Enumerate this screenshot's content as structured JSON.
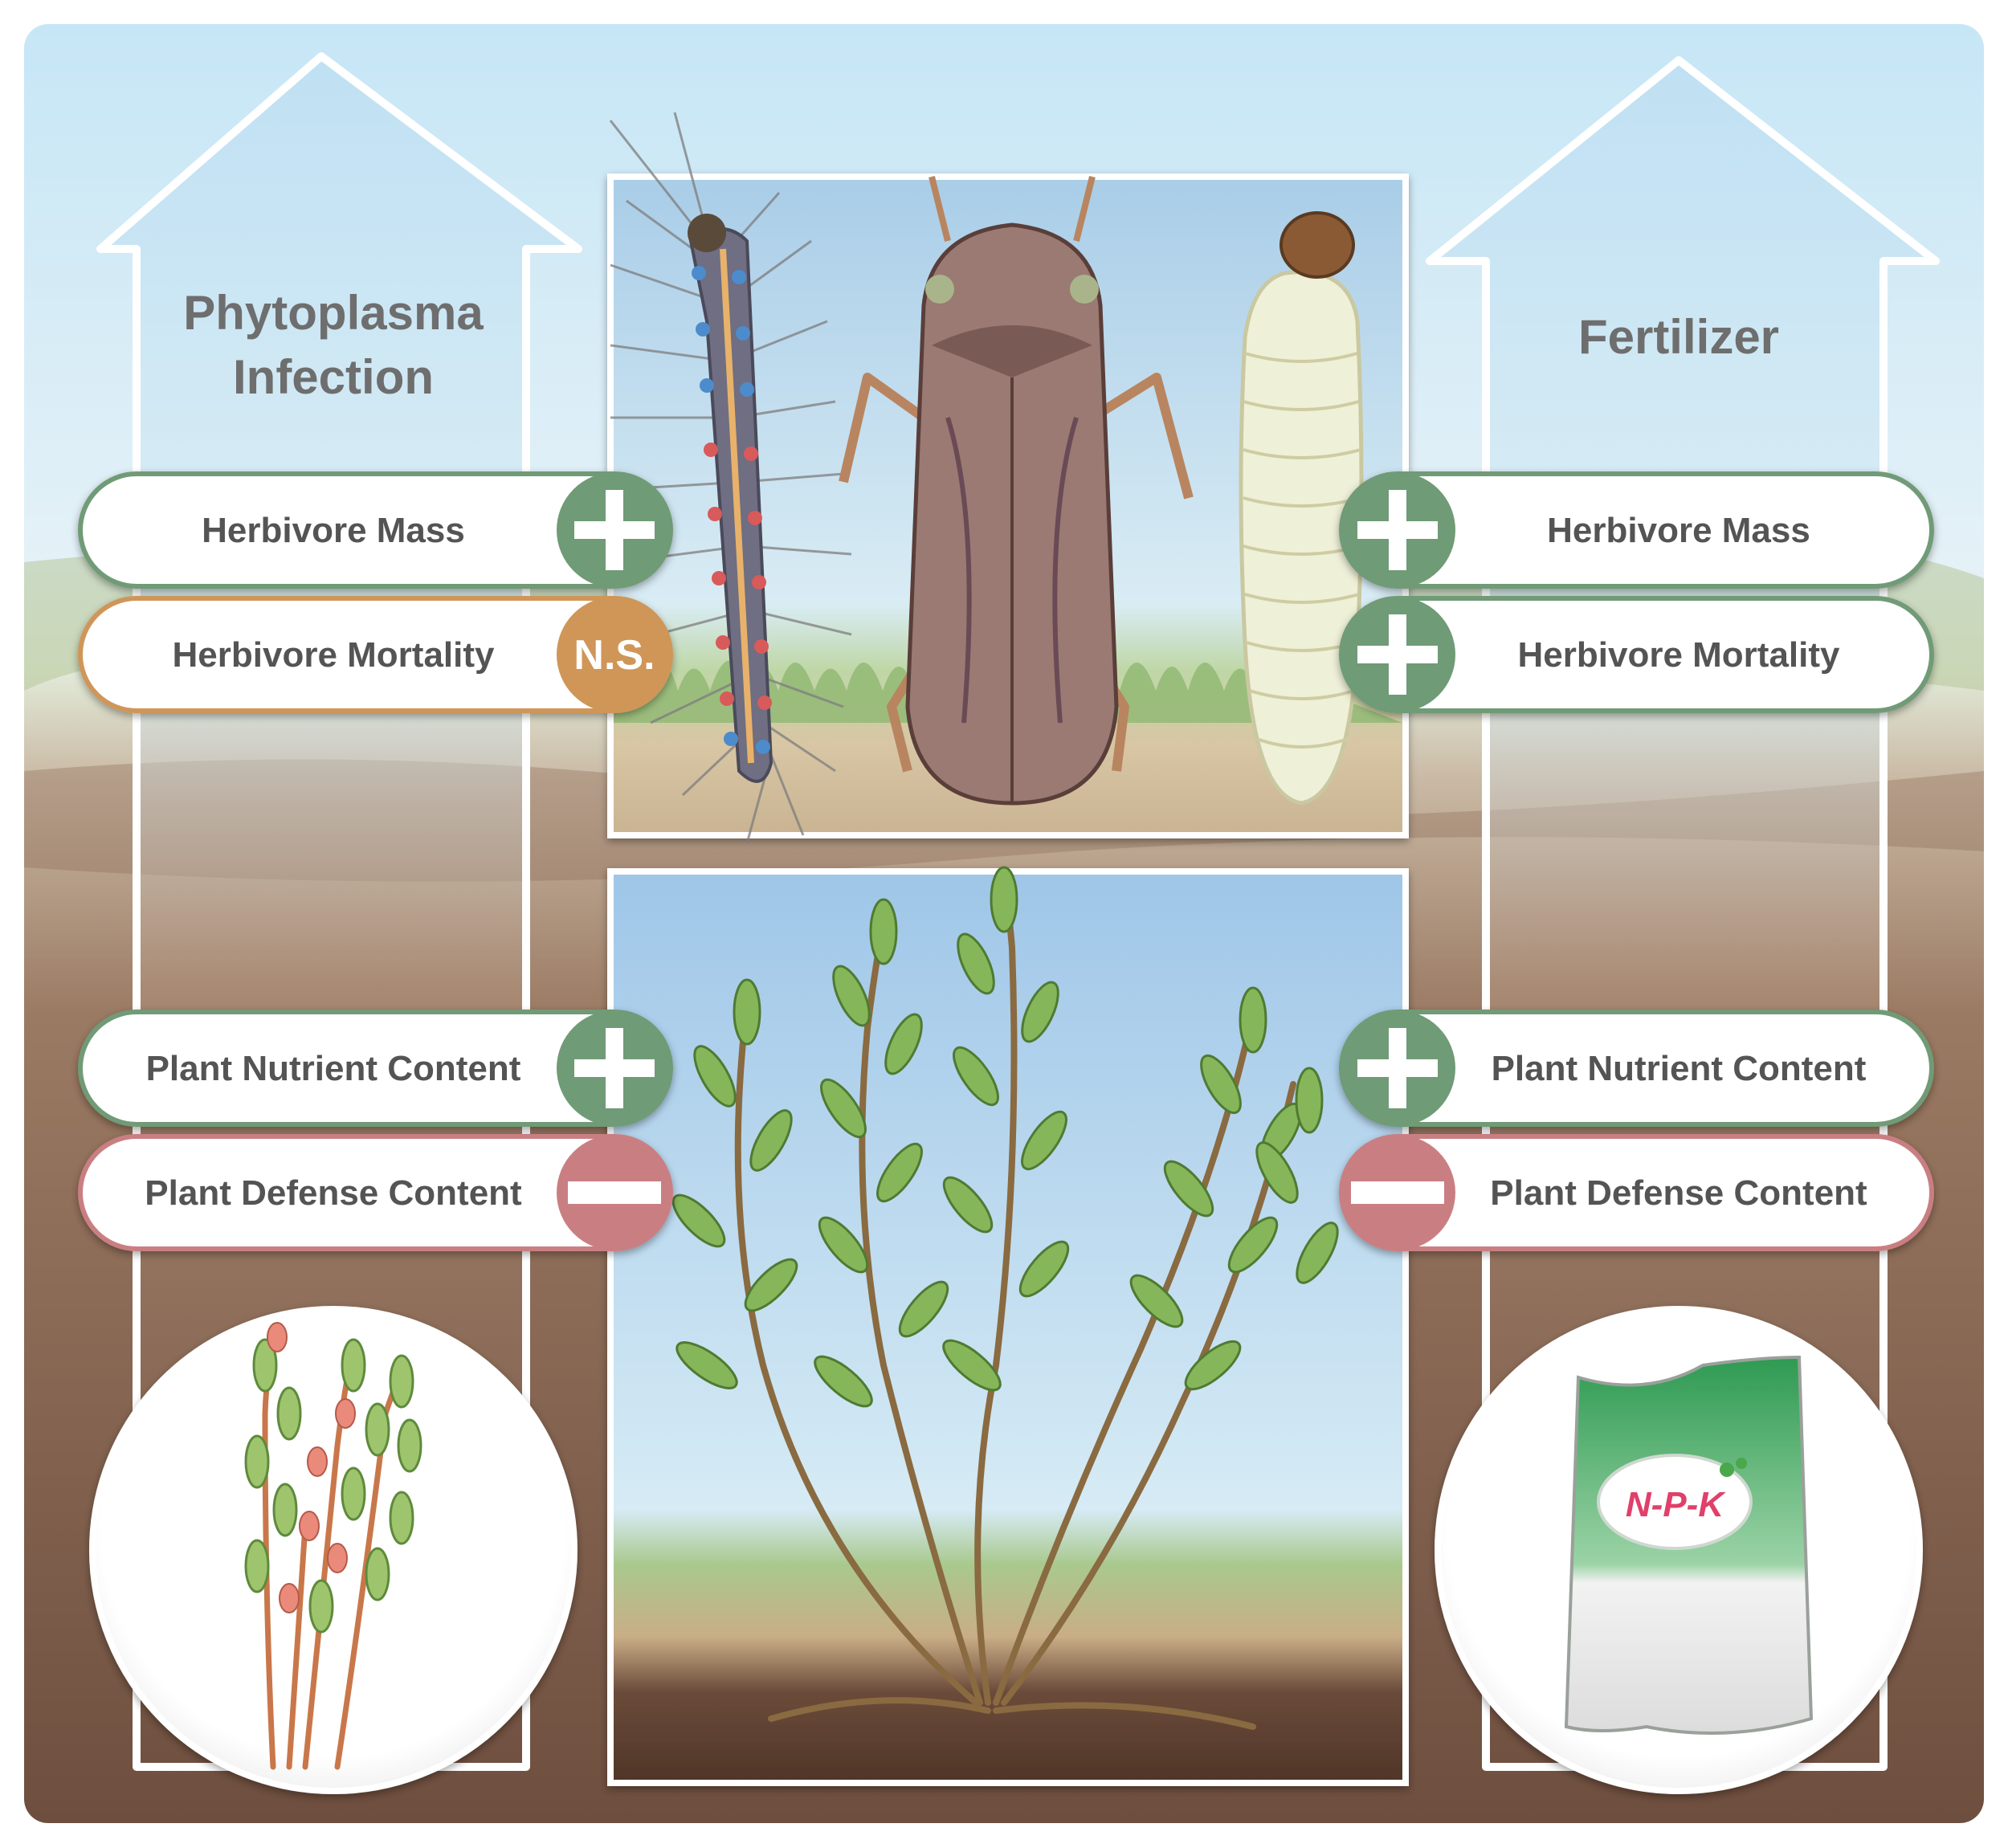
{
  "colors": {
    "positive": "#6f9b76",
    "not_significant": "#cf9658",
    "negative": "#c97f82",
    "label_text": "#545454",
    "title_text": "#6e6e6e",
    "sky": "#bfe0f2",
    "soil": "#6e4e3e"
  },
  "left": {
    "title_line1": "Phytoplasma",
    "title_line2": "Infection",
    "rows": [
      {
        "label": "Herbivore Mass",
        "effect": "positive"
      },
      {
        "label": "Herbivore Mortality",
        "effect": "not_significant",
        "badge_text": "N.S."
      },
      {
        "label": "Plant Nutrient Content",
        "effect": "positive"
      },
      {
        "label": "Plant Defense Content",
        "effect": "negative"
      }
    ],
    "circle_icon": "infected-plant-icon"
  },
  "right": {
    "title": "Fertilizer",
    "rows": [
      {
        "label": "Herbivore Mass",
        "effect": "positive"
      },
      {
        "label": "Herbivore Mortality",
        "effect": "positive"
      },
      {
        "label": "Plant Nutrient Content",
        "effect": "positive"
      },
      {
        "label": "Plant Defense Content",
        "effect": "negative"
      }
    ],
    "circle_icon": "fertilizer-bag-icon",
    "bag_text": "N-P-K"
  },
  "center": {
    "top_panel_icons": [
      "caterpillar-icon",
      "leafhopper-icon",
      "larva-icon"
    ],
    "bottom_panel_icon": "healthy-plant-icon"
  }
}
